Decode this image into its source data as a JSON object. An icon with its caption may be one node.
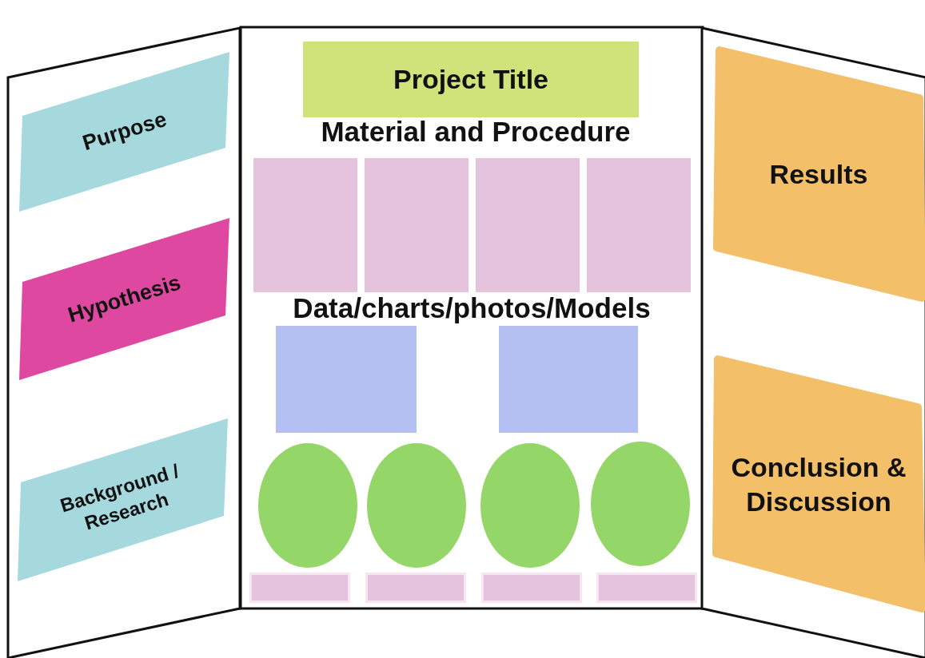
{
  "diagram": {
    "nodes": [
      {
        "text": [],
        "shape": "box"
      },
      {
        "text": [
          "Purpose"
        ],
        "in": 0
      },
      {
        "text": [
          "Hypothesis"
        ],
        "in": 0
      },
      {
        "text": [
          "Background / Research"
        ],
        "in": 0
      },
      {
        "text": [],
        "shape": "box"
      },
      {
        "text": [
          "Project Title"
        ],
        "in": 4
      },
      {
        "text": [],
        "shape": "box",
        "in": 4
      },
      {
        "text": [],
        "shape": "box",
        "in": 4
      },
      {
        "text": [],
        "shape": "box",
        "in": 4
      },
      {
        "text": [],
        "shape": "box",
        "in": 4
      },
      {
        "text": [],
        "shape": "box",
        "in": 4
      },
      {
        "text": [],
        "shape": "box",
        "in": 4
      },
      {
        "text": [],
        "shape": "circle",
        "in": 4
      },
      {
        "text": [],
        "shape": "circle",
        "in": 4
      },
      {
        "text": [],
        "shape": "circle",
        "in": 4
      },
      {
        "text": [],
        "shape": "circle",
        "in": 4
      },
      {
        "text": [],
        "shape": "box",
        "in": 4
      },
      {
        "text": [],
        "shape": "box",
        "in": 4
      },
      {
        "text": [],
        "shape": "box",
        "in": 4
      },
      {
        "text": [],
        "shape": "box",
        "in": 4
      },
      {
        "text": [],
        "shape": "box"
      },
      {
        "text": [
          "Results"
        ],
        "in": 20
      },
      {
        "text": [
          "Conclusion & Discussion"
        ],
        "in": 20
      }
    ],
    "labels": [
      "Material and Procedure",
      "Data/charts/photos/Models"
    ]
  }
}
